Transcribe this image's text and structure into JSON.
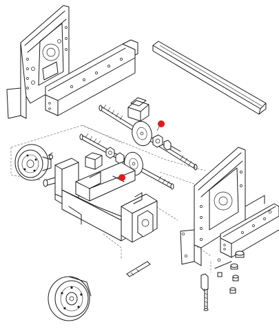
{
  "diagram": {
    "style": "exploded-parts-line-drawing",
    "background": "#ffffff",
    "line_color": "#1a1a1a",
    "marker_color": "#e01b1b",
    "parts": [
      "frame-rail-upper-left",
      "cross-beam-top-right",
      "axle-shaft-upper",
      "bearing-block-upper",
      "hub-disc-upper",
      "collar-nut-upper",
      "axle-shaft-lower",
      "bearing-block-lower",
      "hub-disc-lower",
      "brake-drum-left",
      "axle-assembly-center",
      "frame-rail-lower-right",
      "pin-rod",
      "wheel-hub-bottom",
      "bolt-stack-right"
    ],
    "markers": [
      "marker-upper",
      "marker-lower"
    ]
  }
}
